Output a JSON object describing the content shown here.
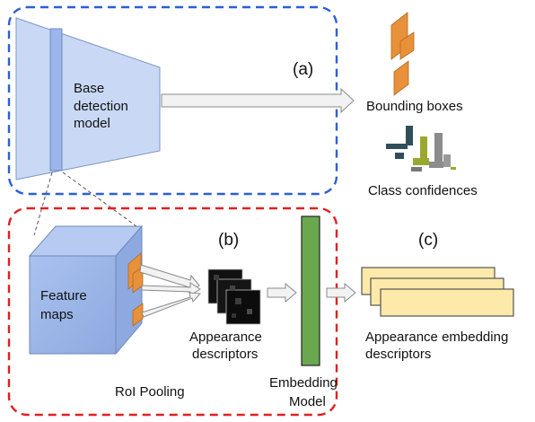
{
  "labels": {
    "panel_a": "(a)",
    "panel_b": "(b)",
    "panel_c": "(c)",
    "base_model_line1": "Base",
    "base_model_line2": "detection",
    "base_model_line3": "model",
    "bounding_boxes": "Bounding boxes",
    "class_confidences": "Class confidences",
    "feature_maps_line1": "Feature",
    "feature_maps_line2": "maps",
    "appearance_descriptors_line1": "Appearance",
    "appearance_descriptors_line2": "descriptors",
    "roi_pooling": "RoI Pooling",
    "embedding_model_line1": "Embedding",
    "embedding_model_line2": "Model",
    "appearance_embedding_line1": "Appearance embedding",
    "appearance_embedding_line2": "descriptors"
  },
  "colors": {
    "panel_a_border": "#2b5fd9",
    "panel_b_border": "#e02020",
    "model_fill": "#c9d9f5",
    "feature_fill": "#9fb9ea",
    "roi_patch": "#e8913a",
    "embedding_model": "#6aa84f",
    "embedding_descriptor": "#fde9a9",
    "bbox_orange": "#e8913a",
    "conf_dark_teal": "#2f4f5a",
    "conf_olive": "#9aa832",
    "conf_gray": "#8c8c8c"
  }
}
